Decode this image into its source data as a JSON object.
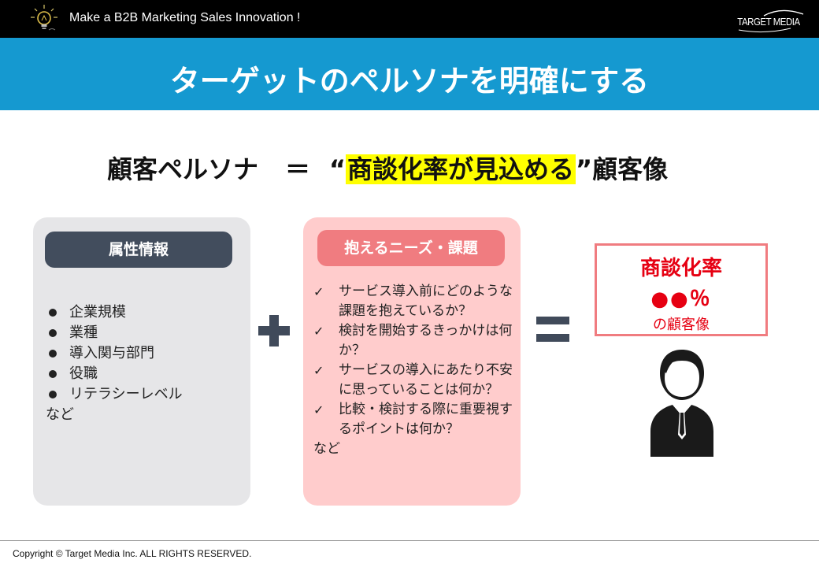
{
  "header": {
    "tagline": "Make a B2B Marketing Sales Innovation !",
    "logo_text": "TARGET MEDIA"
  },
  "title": "ターゲットのペルソナを明確にする",
  "headline": {
    "left": "顧客ペルソナ",
    "equals": "＝",
    "open_quote": "“",
    "highlight": "商談化率が見込める",
    "close": "”顧客像"
  },
  "attributes": {
    "label": "属性情報",
    "items": [
      "企業規模",
      "業種",
      "導入関与部門",
      "役職",
      "リテラシーレベル"
    ],
    "tail": "など"
  },
  "needs": {
    "label": "抱えるニーズ・課題",
    "items": [
      "サービス導入前にどのような課題を抱えているか？",
      "検討を開始するきっかけは何か？",
      "サービスの導入にあたり不安に思っていることは何か？",
      "比較・検討する際に重要視するポイントは何か？"
    ],
    "tail": "など"
  },
  "result": {
    "line1": "商談化率",
    "line2": "●●％",
    "line3": "の顧客像"
  },
  "icons": {
    "plus": "plus-icon",
    "equals": "equals-icon",
    "person": "business-person-icon",
    "bulb": "lightbulb-icon"
  },
  "colors": {
    "title_bar": "#1599d0",
    "pill_gray": "#424d5d",
    "pill_pink": "#f07c80",
    "panel_pink": "#ffcccc",
    "highlight": "#ffff00",
    "accent_red": "#e60012"
  },
  "footer": {
    "copyright": "Copyright © Target Media Inc. ALL RIGHTS RESERVED."
  }
}
